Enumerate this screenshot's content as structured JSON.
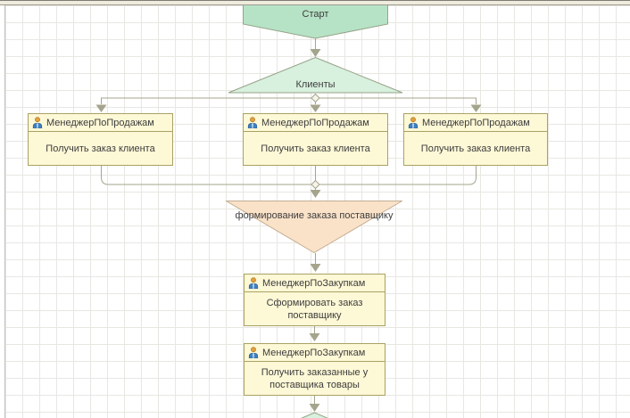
{
  "colors": {
    "start_fill": "#b6e3c6",
    "condition_fill": "#d8f0de",
    "merge_fill": "#fae2c9",
    "task_fill": "#fdf8d6",
    "task_border": "#a9a265",
    "green_border": "#96a389",
    "merge_border": "#c3ad92",
    "connector": "#a5a48c"
  },
  "flowchart": {
    "start": {
      "label": "Старт"
    },
    "condition": {
      "label": "Клиенты"
    },
    "merge": {
      "label": "формирование заказа поставщику"
    },
    "tasks": [
      {
        "role": "МенеджерПоПродажам",
        "action": "Получить заказ клиента"
      },
      {
        "role": "МенеджерПоПродажам",
        "action": "Получить заказ клиента"
      },
      {
        "role": "МенеджерПоПродажам",
        "action": "Получить заказ клиента"
      },
      {
        "role": "МенеджерПоЗакупкам",
        "action": "Сформировать заказ поставщику"
      },
      {
        "role": "МенеджерПоЗакупкам",
        "action": "Получить заказанные у поставщика товары"
      }
    ]
  }
}
